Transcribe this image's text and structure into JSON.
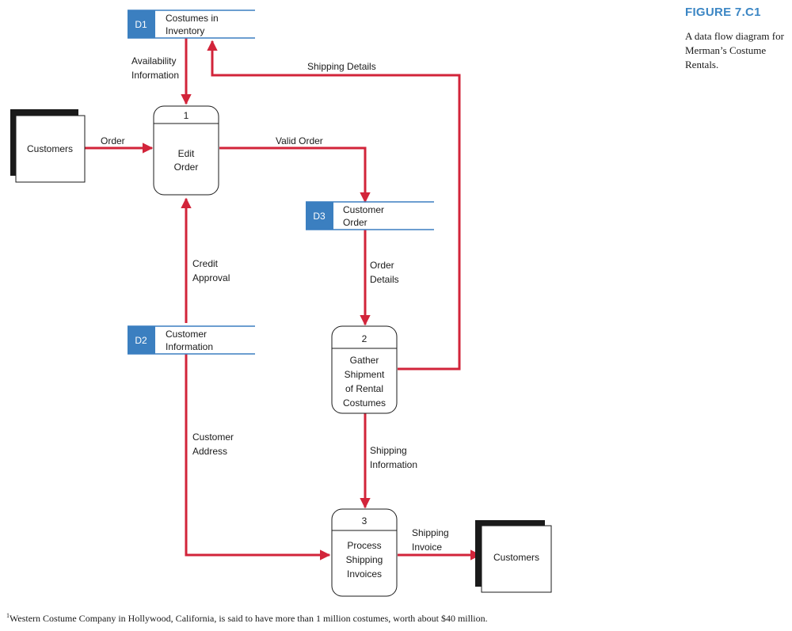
{
  "figure": {
    "label": "FIGURE 7.C1",
    "caption": "A data flow diagram for Merman’s Costume Rentals."
  },
  "entities": {
    "customers_left": "Customers",
    "customers_right": "Customers"
  },
  "processes": {
    "p1": {
      "number": "1",
      "label_lines": [
        "Edit",
        "Order"
      ]
    },
    "p2": {
      "number": "2",
      "label_lines": [
        "Gather",
        "Shipment",
        "of Rental",
        "Costumes"
      ]
    },
    "p3": {
      "number": "3",
      "label_lines": [
        "Process",
        "Shipping",
        "Invoices"
      ]
    }
  },
  "stores": {
    "d1": {
      "id": "D1",
      "label_lines": [
        "Costumes in",
        "Inventory"
      ]
    },
    "d2": {
      "id": "D2",
      "label_lines": [
        "Customer",
        "Information"
      ]
    },
    "d3": {
      "id": "D3",
      "label_lines": [
        "Customer",
        "Order"
      ]
    }
  },
  "flows": {
    "availability_information": [
      "Availability",
      "Information"
    ],
    "shipping_details": [
      "Shipping Details"
    ],
    "order": [
      "Order"
    ],
    "valid_order": [
      "Valid Order"
    ],
    "credit_approval": [
      "Credit",
      "Approval"
    ],
    "order_details": [
      "Order",
      "Details"
    ],
    "customer_address": [
      "Customer",
      "Address"
    ],
    "shipping_information": [
      "Shipping",
      "Information"
    ],
    "shipping_invoice": [
      "Shipping",
      "Invoice"
    ]
  },
  "footnote": {
    "marker": "1",
    "text": "Western Costume Company in Hollywood, California, is said to have more than 1 million costumes, worth about $40 million."
  },
  "colors": {
    "flow_arrow": "#d2243a",
    "store_id_fill": "#3b7fc0",
    "store_line": "#3b7fc0",
    "figure_label": "#3b86c4"
  }
}
